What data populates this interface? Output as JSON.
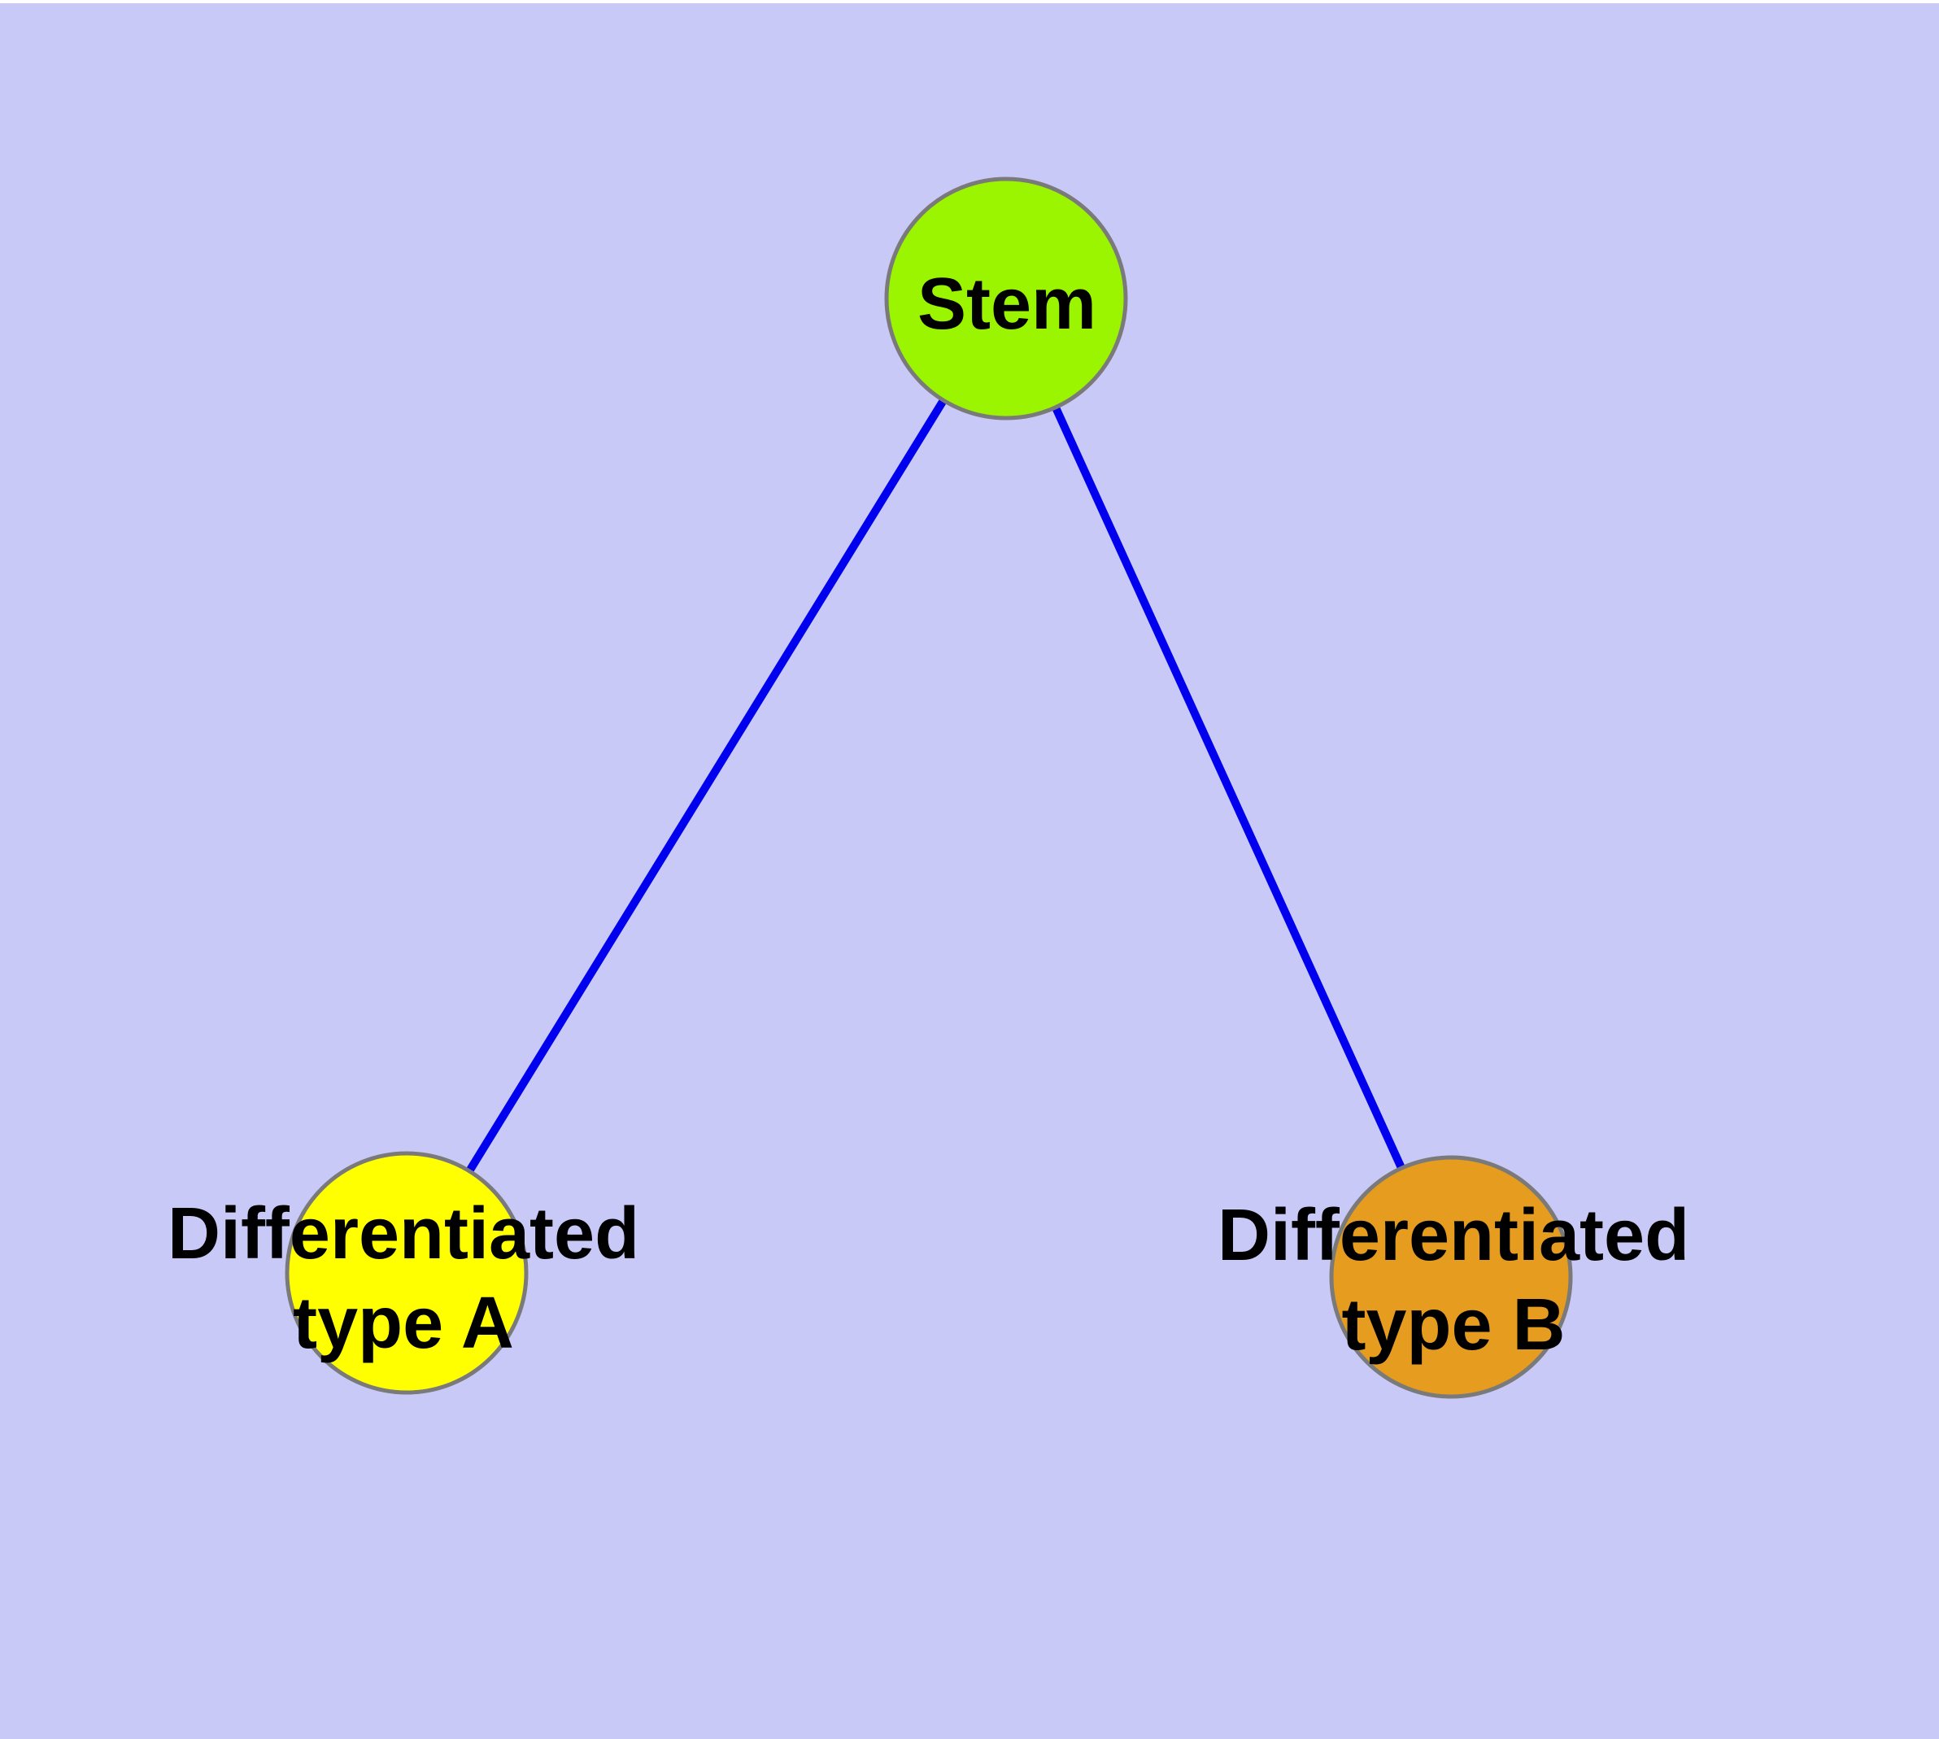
{
  "figure": {
    "background_color": "#C9C9F8",
    "top_margin_color": "#FFFFFF"
  },
  "graph": {
    "type": "tree-diagram",
    "edge_color": "#0000EE",
    "node_border_color": "#7A7A7A",
    "label_color": "#000000",
    "nodes": [
      {
        "id": "stem",
        "label": "Stem",
        "color": "#9BF500"
      },
      {
        "id": "diff-a",
        "label": "Differentiated\ntype A",
        "color": "#FFFF00"
      },
      {
        "id": "diff-b",
        "label": "Differentiated\ntype B",
        "color": "#E59C1F"
      }
    ],
    "edges": [
      {
        "from": "stem",
        "to": "diff-a"
      },
      {
        "from": "stem",
        "to": "diff-b"
      }
    ]
  }
}
